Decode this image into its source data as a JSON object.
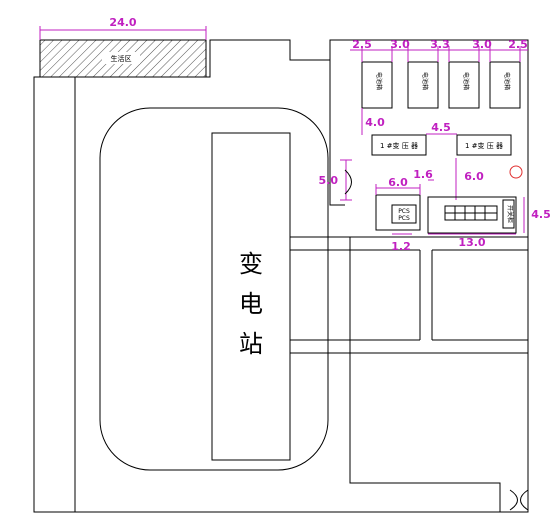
{
  "colors": {
    "line": "#000000",
    "dimension": "#c020c0",
    "hatch": "#555555",
    "circle": "#e03030"
  },
  "top_block": {
    "width_dim": "24.0",
    "label": "生活区"
  },
  "substation": {
    "chars": [
      "变",
      "电",
      "站"
    ]
  },
  "containers": {
    "top_dims": [
      "2.5",
      "3.0",
      "3.3",
      "3.0",
      "2.5"
    ],
    "labels": [
      "电池箱",
      "电池箱",
      "电池箱",
      "电池箱"
    ]
  },
  "transformers": {
    "spacing_dim": "4.0",
    "gap_dim": "4.5",
    "labels": [
      "1 #变 压 器",
      "1 #变 压 器"
    ]
  },
  "equipment_dims": {
    "left_height": "5.0",
    "pcs_width": "6.0",
    "gap_small": "1.6",
    "vertical": "6.0",
    "right_height": "4.5",
    "bottom_width": "13.0",
    "bottom_gap": "1.2"
  },
  "cabinets": {
    "pcs_label_1": "PCS",
    "pcs_label_2": "PCS",
    "switch_label": "开关柜"
  }
}
